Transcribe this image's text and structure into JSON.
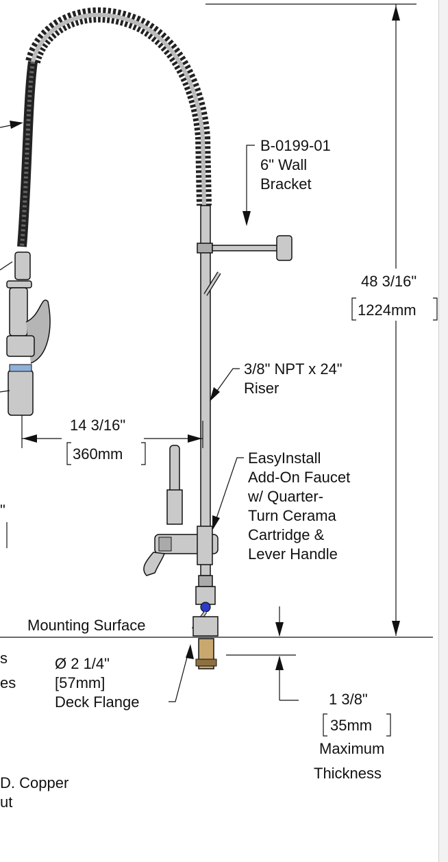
{
  "labels": {
    "bracket_part": "B-0199-01",
    "bracket_line1": "6\" Wall",
    "bracket_line2": "Bracket",
    "height_imperial": "48 3/16\"",
    "height_metric": "1224mm",
    "riser_line1": "3/8\" NPT x 24\"",
    "riser_line2": "Riser",
    "reach_imperial": "14 3/16\"",
    "reach_metric": "360mm",
    "addon_line1": "EasyInstall",
    "addon_line2": "Add-On Faucet",
    "addon_line3": "w/ Quarter-",
    "addon_line4": "Turn Cerama",
    "addon_line5": "Cartridge &",
    "addon_line6": "Lever Handle",
    "mounting_surface": "Mounting Surface",
    "flange_line1": "Ø 2 1/4\"",
    "flange_line2": "[57mm]",
    "flange_line3": "Deck Flange",
    "thickness_imperial": "1 3/8\"",
    "thickness_metric": "35mm",
    "thickness_line3": "Maximum",
    "thickness_line4": "Thickness",
    "partial_left1": "s",
    "partial_left2": "es",
    "partial_left3": "\"",
    "partial_bottom1": "D. Copper",
    "partial_bottom2": "ut"
  },
  "colors": {
    "line": "#111111",
    "metal": "#c9c9c9",
    "metal_dark": "#8e8e8e",
    "valve_accent": "#2a3cc8"
  }
}
